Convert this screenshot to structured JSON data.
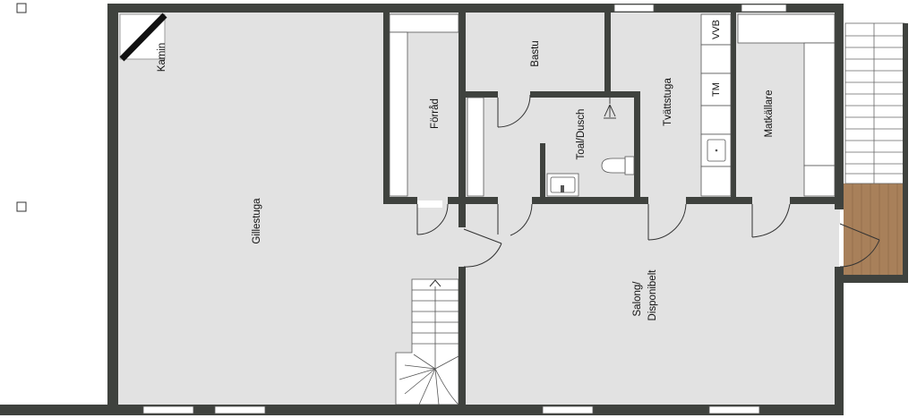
{
  "colors": {
    "wall": "#3f423e",
    "floor": "#e2e2e2",
    "deck": "#a8805a",
    "fixture": "#ffffff",
    "line": "#222222"
  },
  "rooms": {
    "gillestuga": "Gillestuga",
    "kamin": "Kamin",
    "forrad": "Förråd",
    "bastu": "Bastu",
    "toal_dusch": "Toal/Dusch",
    "tvattstuga": "Tvättstuga",
    "matkallare": "Matkällare",
    "salong_line1": "Salong/",
    "salong_line2": "Disponibelt"
  },
  "fixtures": {
    "vvb": "VVB",
    "tm": "TM"
  }
}
